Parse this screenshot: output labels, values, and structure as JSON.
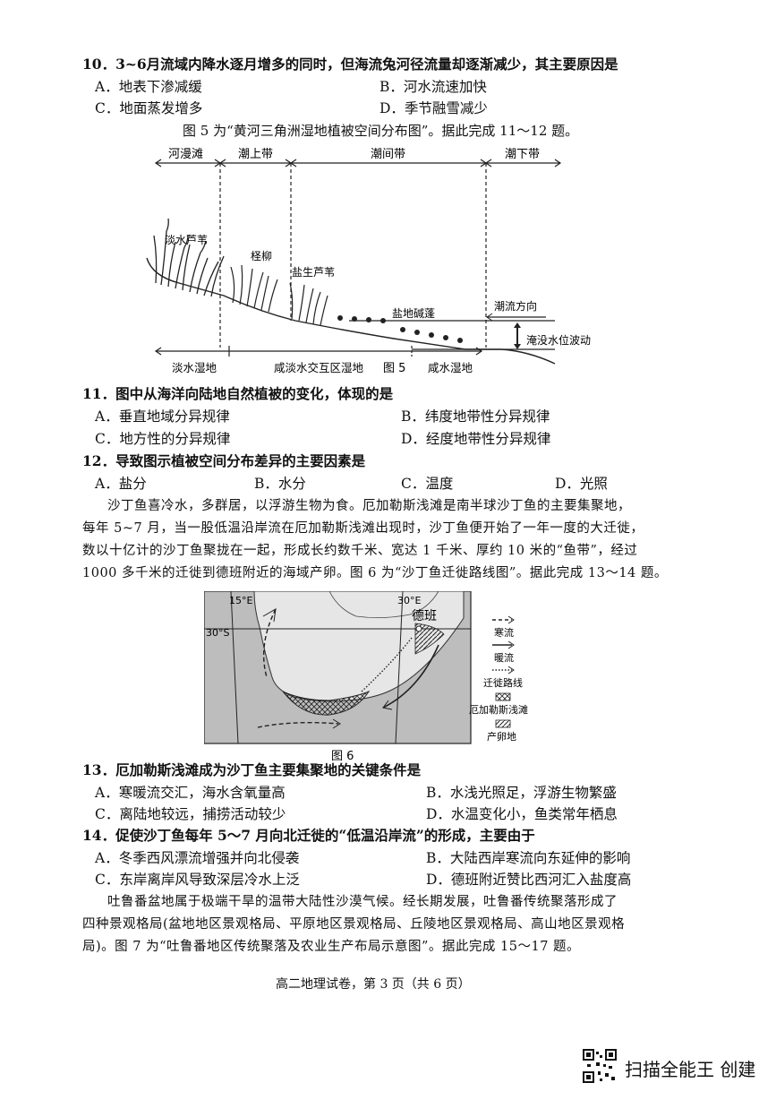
{
  "q10": {
    "stem": "10．3~6月流域内降水逐月增多的同时，但海流兔河径流量却逐渐减少，其主要原因是",
    "a": "A．地表下渗减缓",
    "b": "B．河水流速加快",
    "c": "C．地面蒸发增多",
    "d": "D．季节融雪减少"
  },
  "fig5_intro": "图 5 为“黄河三角洲湿地植被空间分布图”。据此完成 11～12 题。",
  "fig5": {
    "zones_top": [
      "河漫滩",
      "潮上带",
      "潮间带",
      "潮下带"
    ],
    "plants": [
      "淡水芦苇",
      "柽柳",
      "盐生芦苇",
      "盐地碱蓬"
    ],
    "tide_dir": "潮流方向",
    "tide_wave": "淹没水位波动",
    "zones_bottom": [
      "淡水湿地",
      "咸淡水交互区湿地",
      "咸水湿地"
    ],
    "label": "图 5"
  },
  "q11": {
    "stem": "11．图中从海洋向陆地自然植被的变化，体现的是",
    "a": "A．垂直地域分异规律",
    "b": "B．纬度地带性分异规律",
    "c": "C．地方性的分异规律",
    "d": "D．经度地带性分异规律"
  },
  "q12": {
    "stem": "12．导致图示植被空间分布差异的主要因素是",
    "a": "A．盐分",
    "b": "B．水分",
    "c": "C．温度",
    "d": "D．光照"
  },
  "passage2": [
    "沙丁鱼喜冷水，多群居，以浮游生物为食。厄加勒斯浅滩是南半球沙丁鱼的主要集聚地，",
    "每年 5~7 月，当一股低温沿岸流在厄加勒斯浅滩出现时，沙丁鱼便开始了一年一度的大迁徙，",
    "数以十亿计的沙丁鱼聚拢在一起，形成长约数千米、宽达 1 千米、厚约 10 米的“鱼带”，经过",
    "1000 多千米的迁徙到德班附近的海域产卵。图 6 为“沙丁鱼迁徙路线图”。据此完成 13～14 题。"
  ],
  "fig6": {
    "lon1": "15°E",
    "lon2": "30°E",
    "lat": "30°S",
    "city": "德班",
    "legend": [
      "寒流",
      "暖流",
      "迁徙路线",
      "厄加勒斯浅滩",
      "产卵地"
    ],
    "label": "图 6"
  },
  "q13": {
    "stem": "13．厄加勒斯浅滩成为沙丁鱼主要集聚地的关键条件是",
    "a": "A．寒暖流交汇，海水含氧量高",
    "b": "B．水浅光照足，浮游生物繁盛",
    "c": "C．离陆地较远，捕捞活动较少",
    "d": "D．水温变化小，鱼类常年栖息"
  },
  "q14": {
    "stem": "14．促使沙丁鱼每年 5～7 月向北迁徙的“低温沿岸流”的形成，主要由于",
    "a": "A．冬季西风漂流增强并向北侵袭",
    "b": "B．大陆西岸寒流向东延伸的影响",
    "c": "C．东岸离岸风导致深层冷水上泛",
    "d": "D．德班附近赞比西河汇入盐度高"
  },
  "passage3": [
    "吐鲁番盆地属于极端干旱的温带大陆性沙漠气候。经长期发展，吐鲁番传统聚落形成了",
    "四种景观格局(盆地地区景观格局、平原地区景观格局、丘陵地区景观格局、高山地区景观格",
    "局)。图 7 为“吐鲁番地区传统聚落及农业生产布局示意图”。据此完成 15～17 题。"
  ],
  "footer": "高二地理试卷，第 3 页（共 6 页）",
  "watermark": "扫描全能王 创建"
}
